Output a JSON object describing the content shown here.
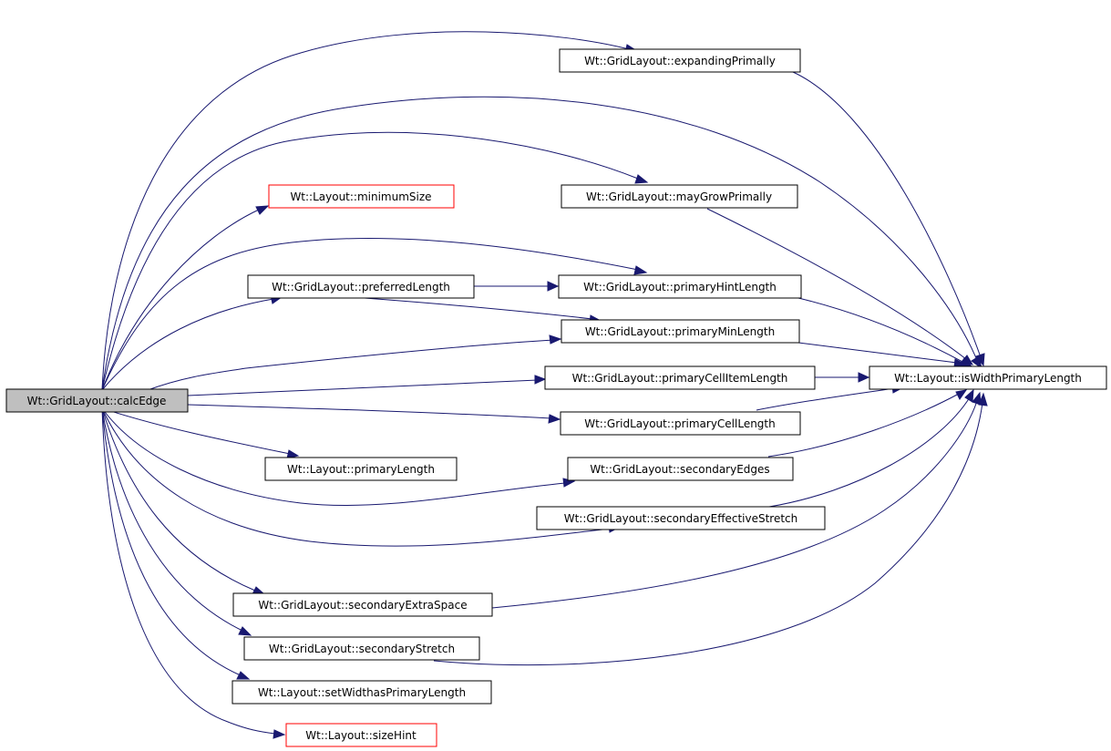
{
  "colors": {
    "edge": "#191970",
    "node_border": "#000000",
    "node_border_undocumented": "#ff0000",
    "root_fill": "#bfbfbf",
    "node_fill": "#ffffff"
  },
  "nodes": {
    "calcEdge": "Wt::GridLayout::calcEdge",
    "expandingPrimally": "Wt::GridLayout::expandingPrimally",
    "minimumSize": "Wt::Layout::minimumSize",
    "mayGrowPrimally": "Wt::GridLayout::mayGrowPrimally",
    "preferredLength": "Wt::GridLayout::preferredLength",
    "primaryHintLength": "Wt::GridLayout::primaryHintLength",
    "primaryMinLength": "Wt::GridLayout::primaryMinLength",
    "primaryCellItemLength": "Wt::GridLayout::primaryCellItemLength",
    "isWidthPrimaryLength": "Wt::Layout::isWidthPrimaryLength",
    "primaryCellLength": "Wt::GridLayout::primaryCellLength",
    "primaryLength": "Wt::Layout::primaryLength",
    "secondaryEdges": "Wt::GridLayout::secondaryEdges",
    "secondaryEffectiveStretch": "Wt::GridLayout::secondaryEffectiveStretch",
    "secondaryExtraSpace": "Wt::GridLayout::secondaryExtraSpace",
    "secondaryStretch": "Wt::GridLayout::secondaryStretch",
    "setWidthasPrimaryLength": "Wt::Layout::setWidthasPrimaryLength",
    "sizeHint": "Wt::Layout::sizeHint"
  }
}
